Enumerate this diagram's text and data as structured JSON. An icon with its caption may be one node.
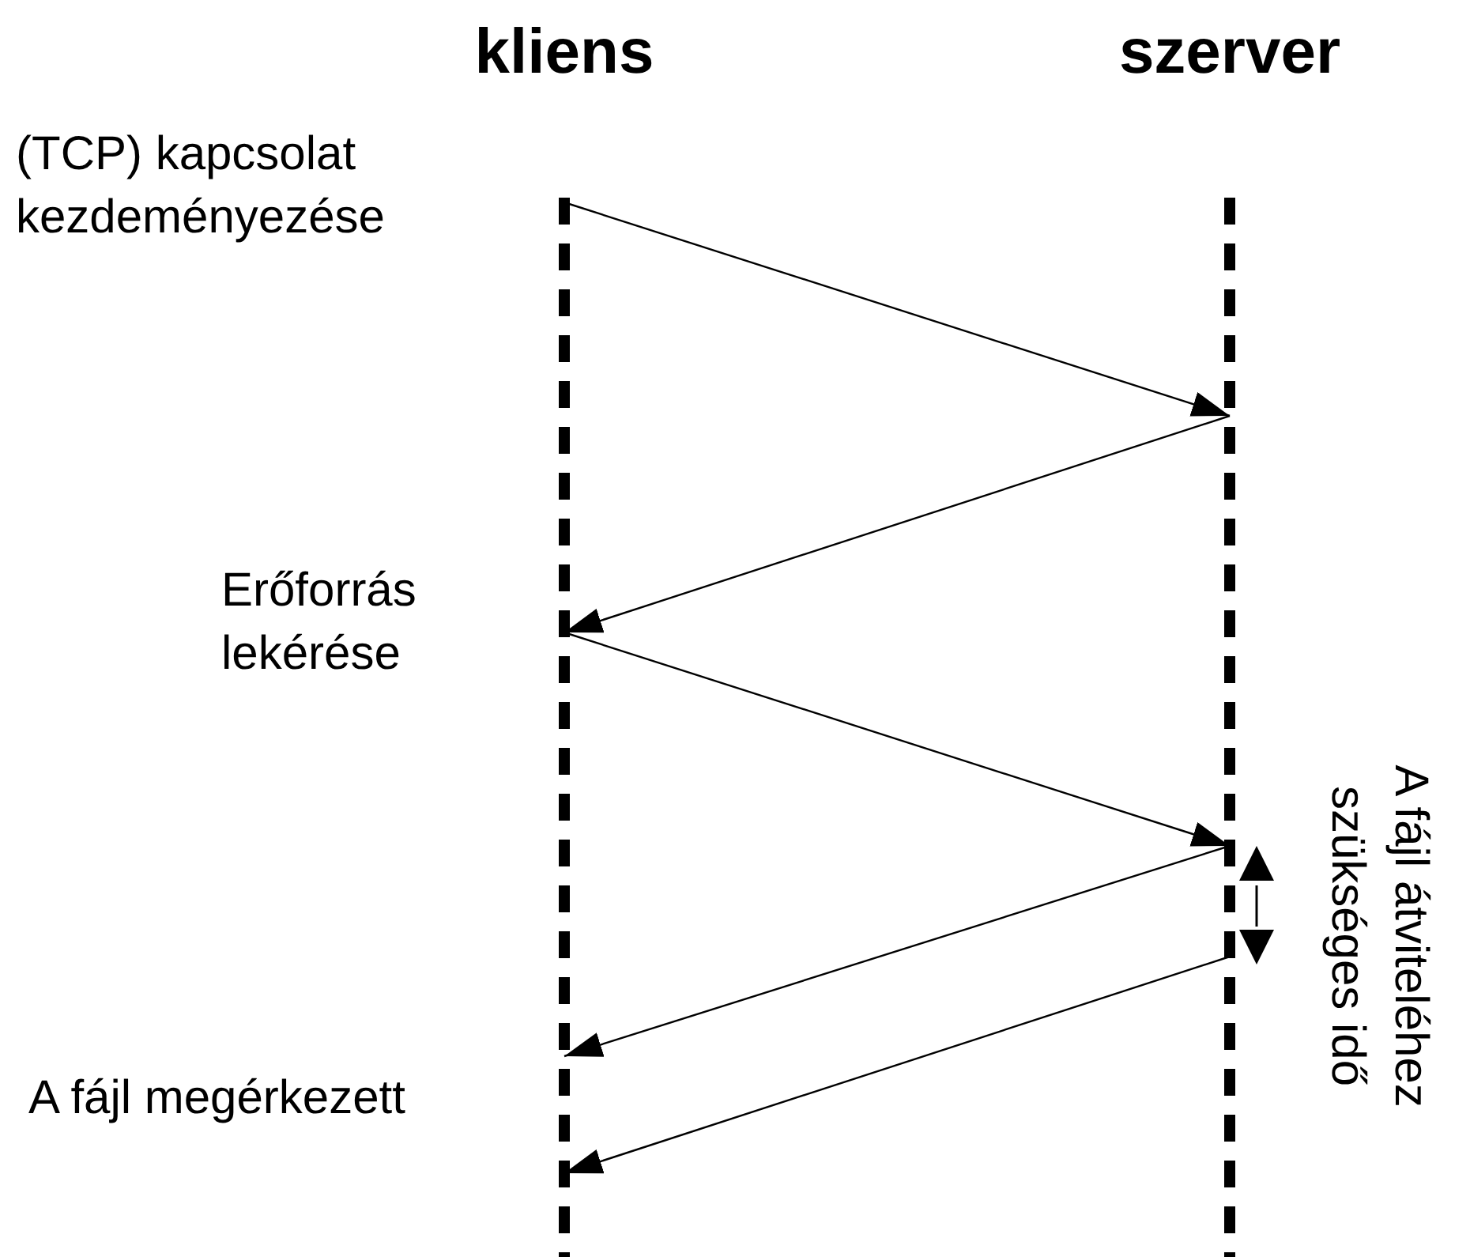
{
  "diagram": {
    "nodes": [
      {
        "text": [
          "kliens"
        ]
      },
      {
        "text": [
          "szerver"
        ]
      }
    ],
    "edges": [
      {
        "from": 0,
        "to": 1,
        "arrow": "to"
      },
      {
        "from": 1,
        "to": 0,
        "arrow": "to"
      },
      {
        "from": 0,
        "to": 1,
        "arrow": "to"
      },
      {
        "from": 1,
        "to": 0,
        "arrow": "to"
      },
      {
        "from": 1,
        "to": 0,
        "arrow": "to"
      }
    ],
    "labels": [
      "(TCP) kapcsolat kezdeményezése",
      "Erőforrás lekérése",
      "A fájl átviteléhez szükséges idő",
      "A fájl megérkezett"
    ]
  }
}
